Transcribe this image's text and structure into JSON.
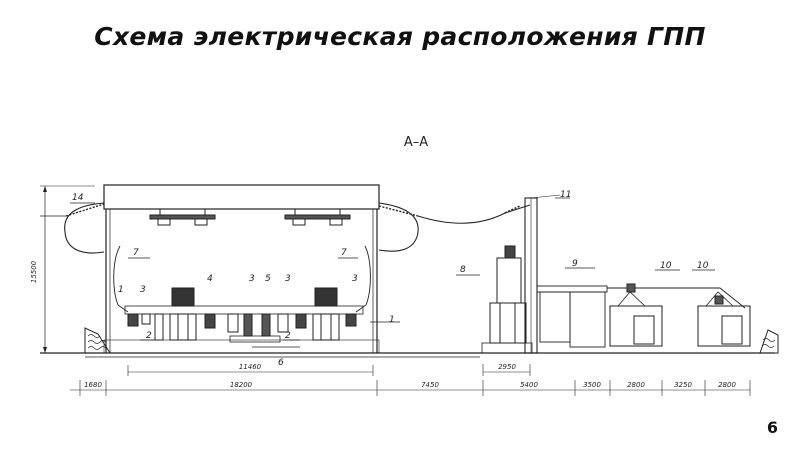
{
  "slide": {
    "title": "Схема электрическая расположения ГПП",
    "page_number": "6"
  },
  "drawing": {
    "section_label": "А–А",
    "height_dim": "15500",
    "callouts": {
      "c14": "14",
      "c11": "11",
      "c7a": "7",
      "c7b": "7",
      "c4": "4",
      "c3a": "3",
      "c3b": "3",
      "c3c": "3",
      "c3d": "3",
      "c5": "5",
      "c1a": "1",
      "c1b": "1",
      "c2a": "2",
      "c2b": "2",
      "c6": "6",
      "c8": "8",
      "c9": "9",
      "c10a": "10",
      "c10b": "10"
    },
    "dims": {
      "d11460": "11460",
      "d2950": "2950",
      "d1680": "1680",
      "d18200": "18200",
      "d7450": "7450",
      "d5400": "5400",
      "d3500": "3500",
      "d2800a": "2800",
      "d3250": "3250",
      "d2800b": "2800"
    }
  }
}
